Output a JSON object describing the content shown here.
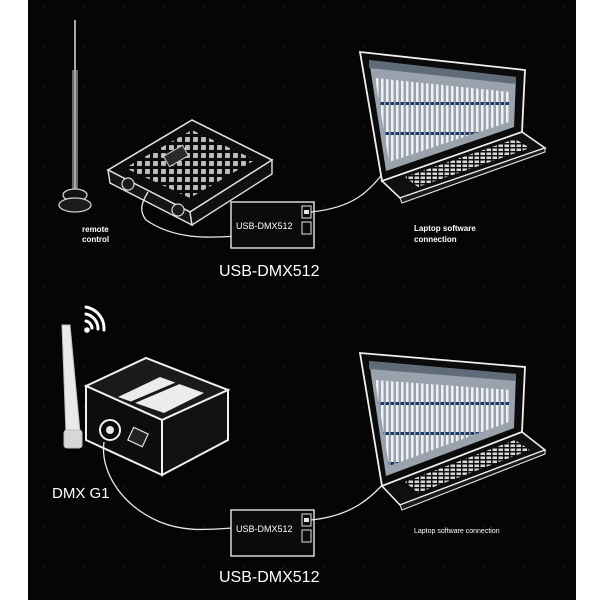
{
  "top_panel": {
    "remote_control_label_line1": "remote",
    "remote_control_label_line2": "control",
    "usb_device_label": "USB-DMX512",
    "usb_caption": "USB-DMX512",
    "laptop_label_line1": "Laptop software",
    "laptop_label_line2": "connection"
  },
  "bottom_panel": {
    "device_label": "DMX G1",
    "usb_device_label": "USB-DMX512",
    "usb_caption": "USB-DMX512",
    "laptop_label": "Laptop software connection"
  },
  "colors": {
    "background": "#050505",
    "frame": "#ffffff",
    "line": "#e8e8e8",
    "screen": "#9aa3ad"
  },
  "icons": [
    "antenna-icon",
    "wifi-signal-icon",
    "laptop-icon",
    "usb-adapter-icon",
    "dmx-console-icon",
    "dmx-box-icon"
  ]
}
